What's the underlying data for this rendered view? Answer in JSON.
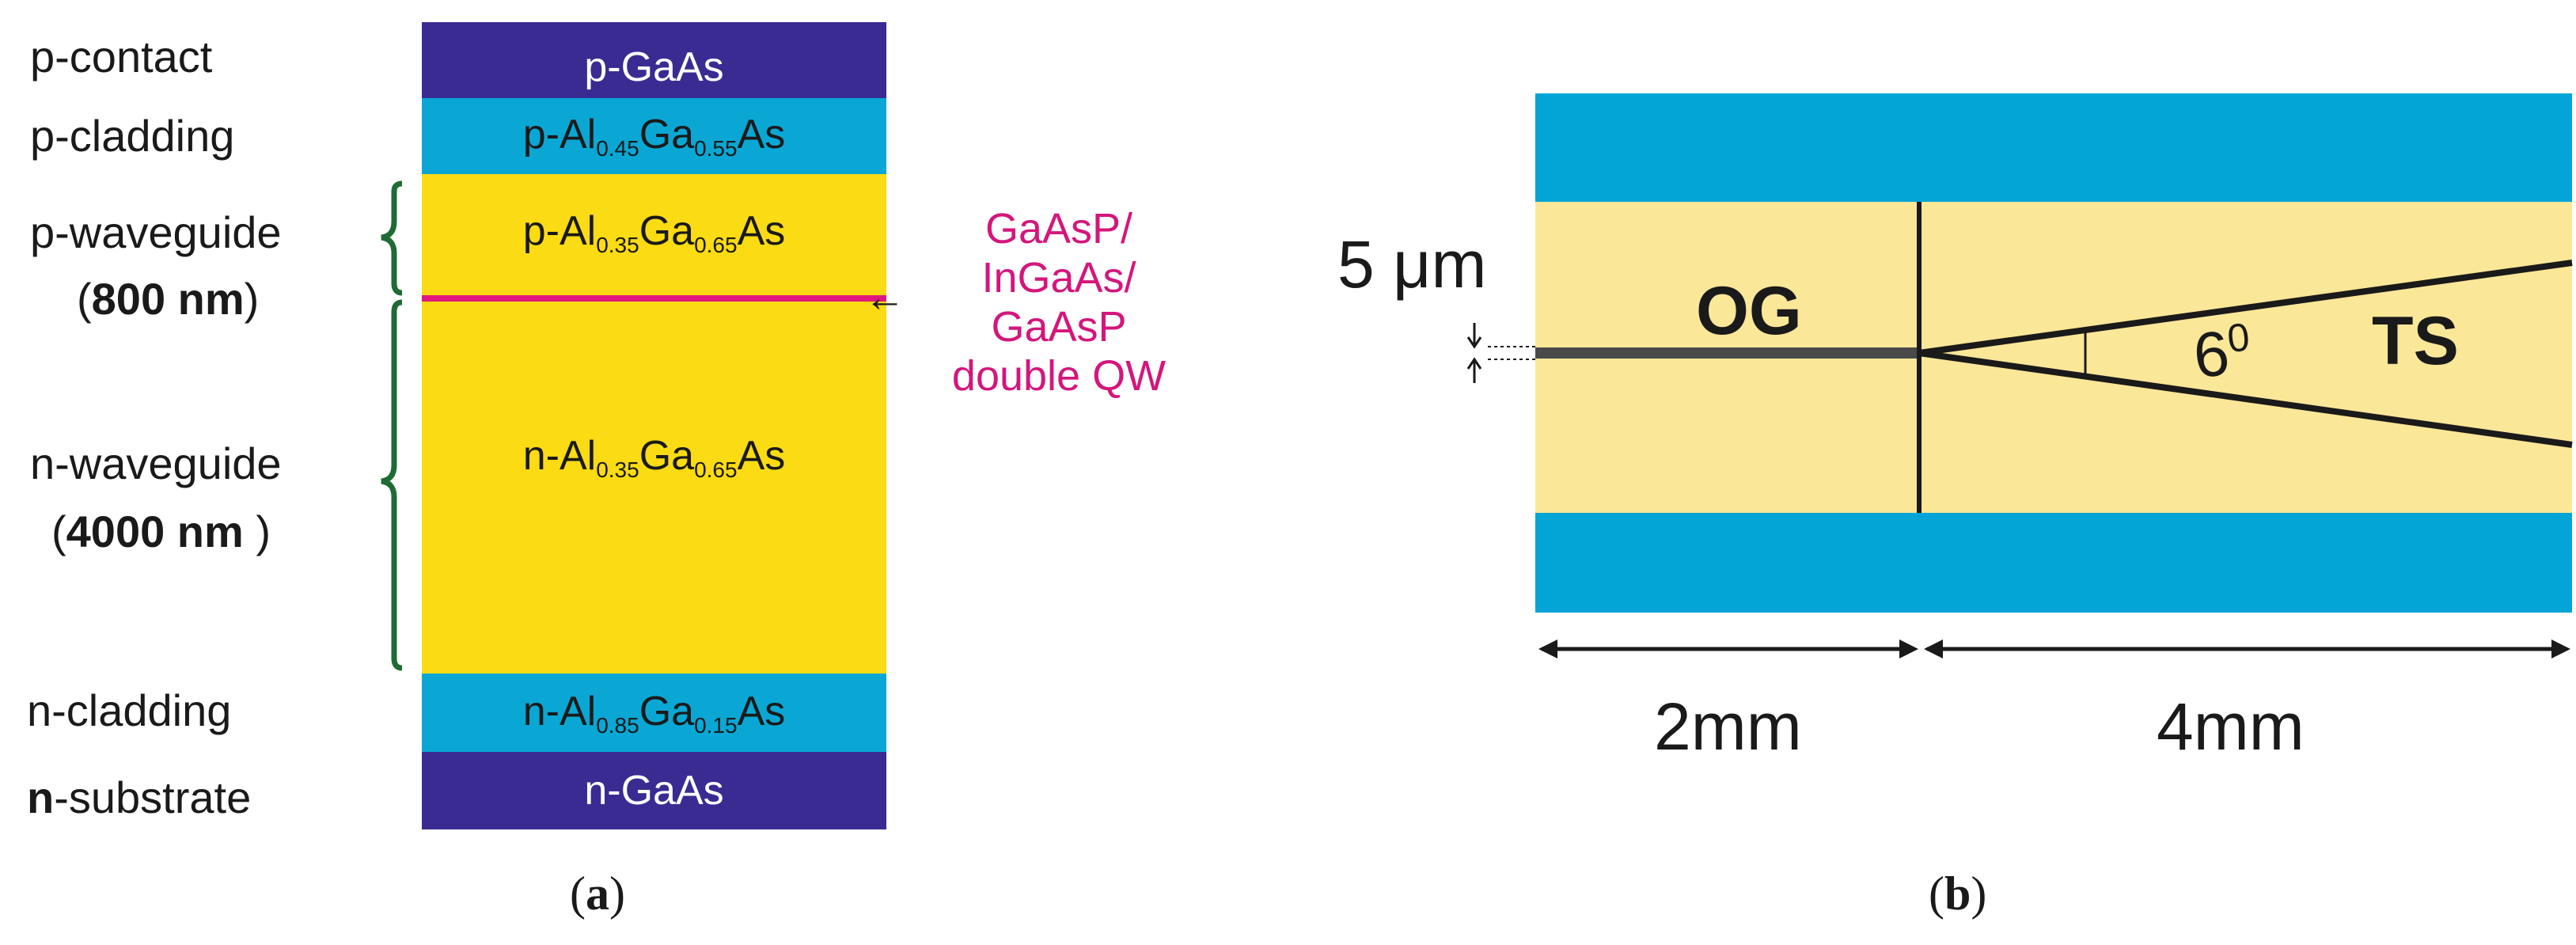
{
  "panel_a": {
    "row_labels": {
      "p_contact": "p-contact",
      "p_cladding": "p-cladding",
      "p_waveguide": "p-waveguide",
      "p_waveguide_thickness": "800 nm",
      "n_waveguide": "n-waveguide",
      "n_waveguide_thickness": "4000 nm",
      "n_cladding": "n-cladding",
      "n_substrate_prefix": "n",
      "n_substrate_rest": "-substrate"
    },
    "layers": {
      "p_gaas": "p-GaAs",
      "p_clad": {
        "a": "p-Al",
        "x": "0.45",
        "b": "Ga",
        "y": "0.55",
        "c": "As"
      },
      "p_wg": {
        "a": "p-Al",
        "x": "0.35",
        "b": "Ga",
        "y": "0.65",
        "c": "As"
      },
      "n_wg": {
        "a": "n-Al",
        "x": "0.35",
        "b": "Ga",
        "y": "0.65",
        "c": "As"
      },
      "n_clad": {
        "a": "n-Al",
        "x": "0.85",
        "b": "Ga",
        "y": "0.15",
        "c": "As"
      },
      "n_gaas": "n-GaAs"
    },
    "qw_label": [
      "GaAsP/",
      "InGaAs/",
      "GaAsP",
      "double QW"
    ],
    "qw_arrow": "←",
    "caption_letter": "a"
  },
  "panel_b": {
    "width_label": "5 μm",
    "og_label": "OG",
    "ts_label": "TS",
    "angle_label": "6",
    "angle_superscript": "0",
    "length_og": "2mm",
    "length_ts": "4mm",
    "caption_letter": "b"
  },
  "colors": {
    "contact_layer": "#3a2b93",
    "cladding_layer": "#0aa7d4",
    "waveguide_layer": "#fbdb13",
    "quantum_well": "#e0187e",
    "bracket": "#1e6b34",
    "top_view_cladding": "#03a4d6",
    "top_view_core": "#fbe798"
  }
}
